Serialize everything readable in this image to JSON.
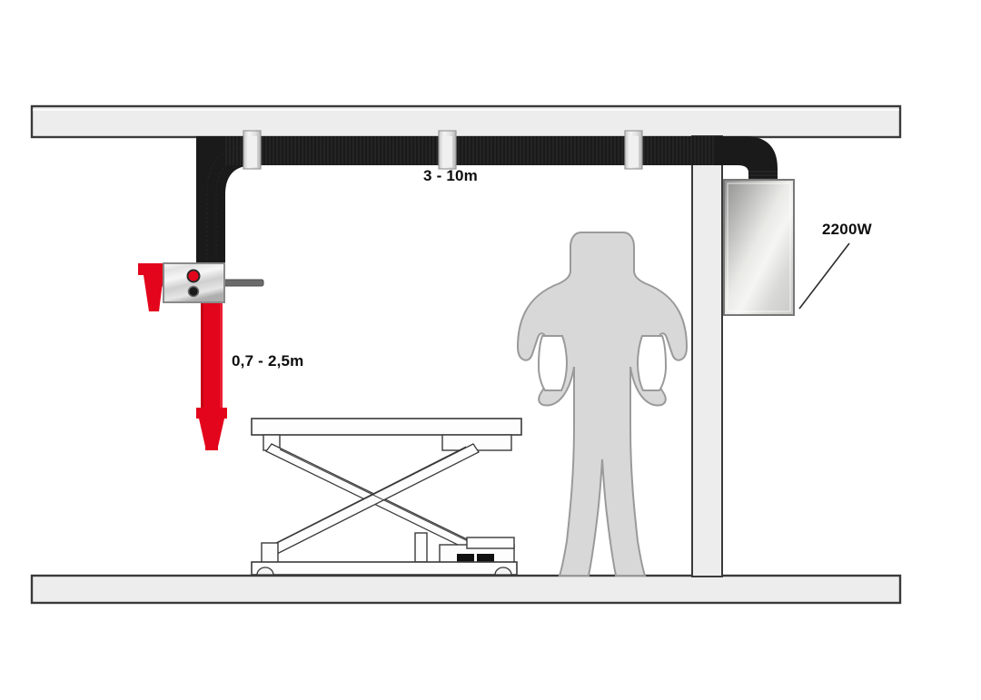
{
  "diagram": {
    "title": "Ceiling-mounted exhaust extraction rail system",
    "labels": {
      "rail_length": "3 - 10m",
      "hose_drop": "0,7 - 2,5m",
      "fan_power": "2200W"
    },
    "colors": {
      "hose_black": "#1a1a1a",
      "hose_red": "#e3051b",
      "structure_fill": "#ededed",
      "structure_stroke": "#3a3a3a",
      "person_fill": "#d8d8d8",
      "person_stroke": "#9a9a9a",
      "metal_light": "#f2f2f2",
      "metal_dark": "#8c8c8c",
      "button_red": "#e3051b",
      "button_black": "#1a1a1a",
      "background": "#ffffff"
    },
    "components": [
      {
        "name": "ceiling-beam",
        "label": "Ceiling beam"
      },
      {
        "name": "floor-beam",
        "label": "Floor beam"
      },
      {
        "name": "wall-column",
        "label": "Wall column"
      },
      {
        "name": "extraction-rail-hose",
        "label": "Horizontal extraction hose"
      },
      {
        "name": "hose-hanger",
        "label": "Hose hanger bracket",
        "count": 3
      },
      {
        "name": "trolley-control-box",
        "label": "Trolley control box"
      },
      {
        "name": "control-button-red",
        "label": "Red control button"
      },
      {
        "name": "control-button-black",
        "label": "Black control button"
      },
      {
        "name": "red-drop-hose",
        "label": "Red vertical drop hose"
      },
      {
        "name": "exhaust-nozzle",
        "label": "Exhaust nozzle"
      },
      {
        "name": "fan-unit",
        "label": "Extraction fan unit"
      },
      {
        "name": "scissor-lift",
        "label": "Scissor lift table"
      },
      {
        "name": "person-silhouette",
        "label": "Technician silhouette"
      }
    ]
  }
}
